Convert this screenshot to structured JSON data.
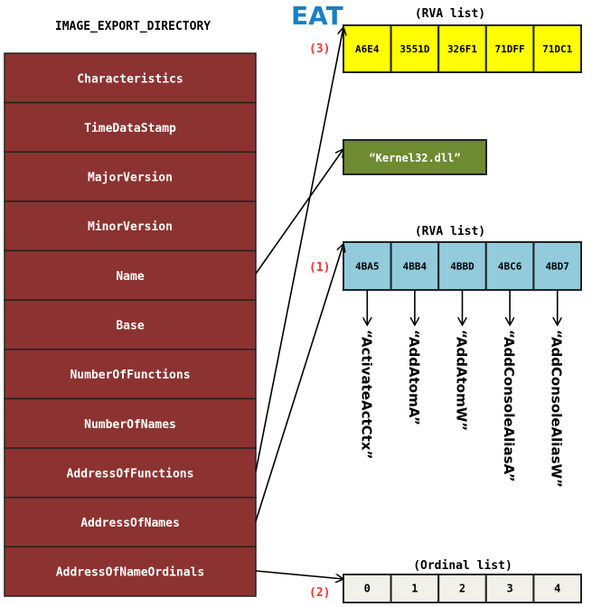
{
  "struct": {
    "title": "IMAGE_EXPORT_DIRECTORY",
    "fields": [
      "Characteristics",
      "TimeDataStamp",
      "MajorVersion",
      "MinorVersion",
      "Name",
      "Base",
      "NumberOfFunctions",
      "NumberOfNames",
      "AddressOfFunctions",
      "AddressOfNames",
      "AddressOfNameOrdinals"
    ],
    "color": "#8c3331"
  },
  "eat": {
    "title": "EAT",
    "caption": "(RVA list)",
    "marker": "(3)",
    "values": [
      "A6E4",
      "3551D",
      "326F1",
      "71DFF",
      "71DC1"
    ],
    "color": "#ffff00"
  },
  "dll_name": {
    "text": "“Kernel32.dll”",
    "color": "#6e8b31"
  },
  "names": {
    "caption": "(RVA list)",
    "marker": "(1)",
    "values": [
      "4BA5",
      "4BB4",
      "4BBD",
      "4BC6",
      "4BD7"
    ],
    "strings": [
      "“ActivateActCtx”",
      "“AddAtomA”",
      "“AddAtomW”",
      "“AddConsoleAliasA”",
      "“AddConsoleAliasW”"
    ],
    "color": "#92cbdc"
  },
  "ordinals": {
    "caption": "(Ordinal list)",
    "marker": "(2)",
    "values": [
      "0",
      "1",
      "2",
      "3",
      "4"
    ],
    "color": "#f2f1e9"
  }
}
